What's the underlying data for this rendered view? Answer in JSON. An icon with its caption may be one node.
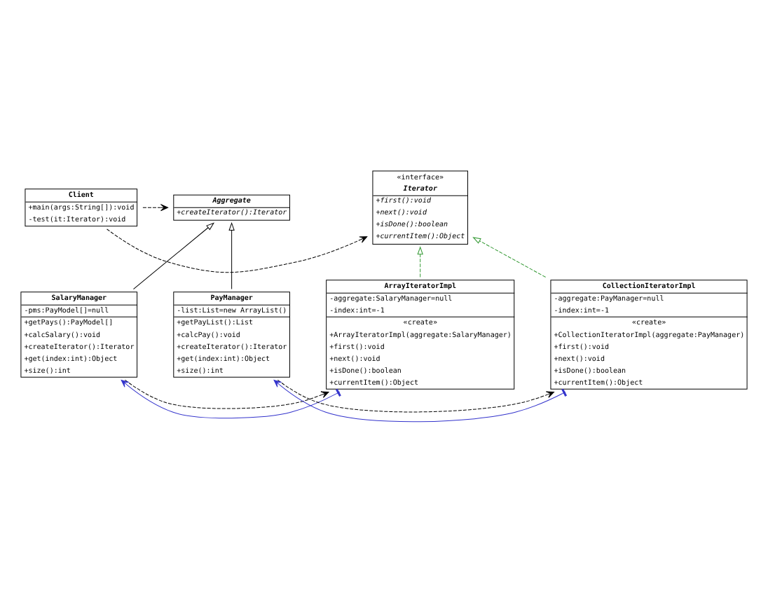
{
  "diagram": {
    "nodes": [
      {
        "text": [
          "Aggregate",
          "+createIterator():Iterator"
        ]
      },
      {
        "text": [
          "Client",
          "+main(args:String[]):void",
          "-test(it:Iterator):void"
        ]
      },
      {
        "text": [
          "«interface»",
          "Iterator",
          "+first():void",
          "+next():void",
          "+isDone():boolean",
          "+currentItem():Object"
        ]
      },
      {
        "text": [
          "SalaryManager",
          "-pms:PayModel[]=null",
          "+getPays():PayModel[]",
          "+calcSalary():void",
          "+createIterator():Iterator",
          "+get(index:int):Object",
          "+size():int"
        ]
      },
      {
        "text": [
          "ArrayIteratorImpl",
          "-aggregate:SalaryManager=null",
          "-index:int=-1",
          "«create»",
          "+ArrayIteratorImpl(aggregate:SalaryManager)",
          "+first():void",
          "+next():void",
          "+isDone():boolean",
          "+currentItem():Object"
        ]
      },
      {
        "text": [
          "PayManager",
          "-list:List=new ArrayList()",
          "+getPayList():List",
          "+calcPay():void",
          "+createIterator():Iterator",
          "+get(index:int):Object",
          "+size():int"
        ]
      },
      {
        "text": [
          "CollectionIteratorImpl",
          "-aggregate:PayManager=null",
          "-index:int=-1",
          "«create»",
          "+CollectionIteratorImpl(aggregate:PayManager)",
          "+first():void",
          "+next():void",
          "+isDone():boolean",
          "+currentItem():Object"
        ]
      }
    ],
    "edges": [
      {
        "from": 1,
        "to": 0,
        "arrow": "to",
        "style": "dashed"
      },
      {
        "from": 1,
        "to": 2,
        "arrow": "to",
        "style": "dashed"
      },
      {
        "from": 3,
        "to": 0,
        "arrow": "to"
      },
      {
        "from": 4,
        "to": 2,
        "arrow": "to",
        "style": "dashed",
        "color": "#339933"
      },
      {
        "from": 3,
        "to": 4,
        "arrow": "to",
        "style": "dashed"
      },
      {
        "from": 4,
        "to": 3,
        "arrow": "to",
        "color": "#3333cc"
      },
      {
        "from": 5,
        "to": 0,
        "arrow": "to"
      },
      {
        "from": 6,
        "to": 2,
        "arrow": "to",
        "style": "dashed",
        "color": "#339933"
      },
      {
        "from": 5,
        "to": 6,
        "arrow": "to",
        "style": "dashed"
      },
      {
        "from": 6,
        "to": 5,
        "arrow": "to",
        "color": "#3333cc"
      }
    ]
  }
}
